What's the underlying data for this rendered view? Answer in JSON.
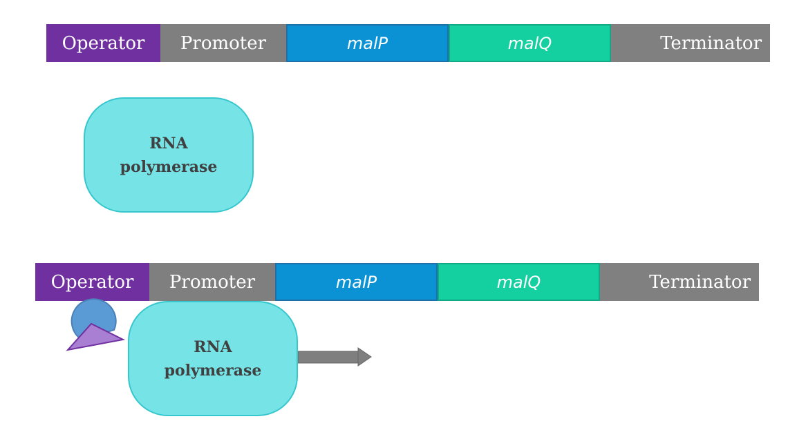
{
  "colors": {
    "operator": "#7030a0",
    "promoter": "#7f7f7f",
    "malP": "#0b92d4",
    "malQ": "#14cf9f",
    "terminator": "#808080",
    "polymerase_fill": "#76e3e6",
    "polymerase_text": "#404040",
    "repressor_circle": "#5b9bd5",
    "repressor_triangle": "#a97fd3",
    "arrow": "#7f7f7f"
  },
  "operon_top": {
    "segments": [
      {
        "label": "Operator"
      },
      {
        "label": "Promoter"
      },
      {
        "label": "malP"
      },
      {
        "label": "malQ"
      },
      {
        "label": "Terminator"
      }
    ]
  },
  "operon_bottom": {
    "segments": [
      {
        "label": "Operator"
      },
      {
        "label": "Promoter"
      },
      {
        "label": "malP"
      },
      {
        "label": "malQ"
      },
      {
        "label": "Terminator"
      }
    ]
  },
  "polymerase_top": {
    "line1": "RNA",
    "line2": "polymerase"
  },
  "polymerase_bottom": {
    "line1": "RNA",
    "line2": "polymerase"
  }
}
